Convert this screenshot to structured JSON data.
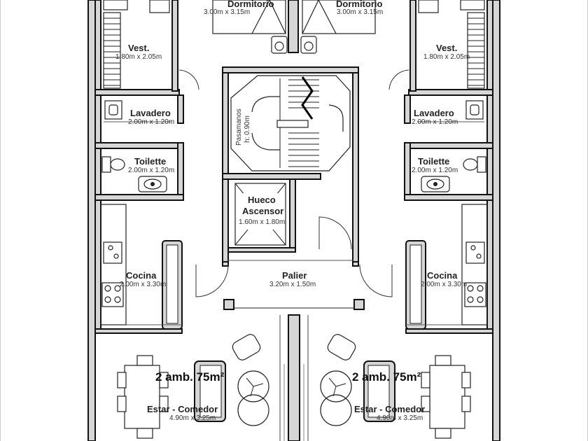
{
  "plan": {
    "left_unit": {
      "dormitorio": {
        "name": "Dormitorio",
        "dim": "3.00m x 3.15m"
      },
      "vestidor": {
        "name": "Vest.",
        "dim": "1.80m x 2.05m"
      },
      "lavadero": {
        "name": "Lavadero",
        "dim": "2.00m x 1.20m"
      },
      "toilette": {
        "name": "Toilette",
        "dim": "2.00m x 1.20m"
      },
      "cocina": {
        "name": "Cocina",
        "dim": "2.00m x 3.30m"
      },
      "estar": {
        "name": "Estar - Comedor",
        "dim": "4.90m x 3.25m"
      },
      "unit_label": "2 amb. 75m²"
    },
    "right_unit": {
      "dormitorio": {
        "name": "Dormitorio",
        "dim": "3.00m x 3.15m"
      },
      "vestidor": {
        "name": "Vest.",
        "dim": "1.80m x 2.05m"
      },
      "lavadero": {
        "name": "Lavadero",
        "dim": "2.00m x 1.20m"
      },
      "toilette": {
        "name": "Toilette",
        "dim": "2.00m x 1.20m"
      },
      "cocina": {
        "name": "Cocina",
        "dim": "2.00m x 3.30m"
      },
      "estar": {
        "name": "Estar - Comedor",
        "dim": "4.90m x 3.25m"
      },
      "unit_label": "2 amb. 75m²"
    },
    "core": {
      "pasamanos": {
        "line1": "Pasamanos",
        "line2": "h: 0.90m"
      },
      "hueco": {
        "line1": "Hueco",
        "line2": "Ascensor",
        "dim": "1.60m x 1.80m"
      },
      "palier": {
        "name": "Palier",
        "dim": "3.20m x 1.50m"
      }
    }
  }
}
